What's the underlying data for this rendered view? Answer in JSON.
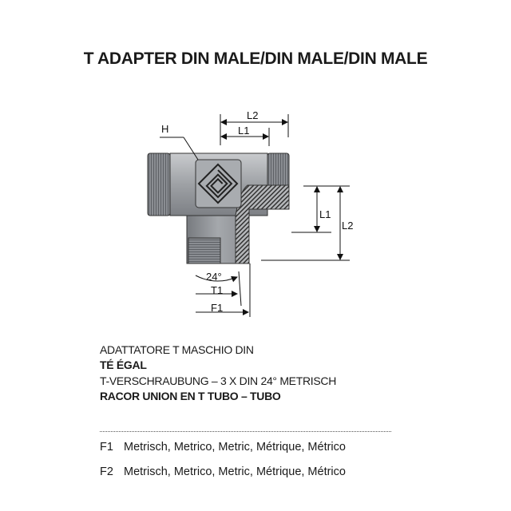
{
  "title": "T ADAPTER DIN MALE/DIN MALE/DIN MALE",
  "diagram": {
    "labels": {
      "h": "H",
      "l1_top": "L1",
      "l2_top": "L2",
      "l1_side": "L1",
      "l2_side": "L2",
      "angle": "24°",
      "t1": "T1",
      "f1": "F1"
    }
  },
  "description": [
    "ADATTATORE T MASCHIO DIN",
    "TÉ ÉGAL",
    "T-VERSCHRAUBUNG – 3 X DIN 24° METRISCH",
    "RACOR UNION EN T TUBO – TUBO"
  ],
  "threads": [
    {
      "key": "F1",
      "value": "Metrisch, Metrico, Metric, Métrique, Métrico"
    },
    {
      "key": "F2",
      "value": "Metrisch, Metrico, Metric, Métrique, Métrico"
    }
  ]
}
